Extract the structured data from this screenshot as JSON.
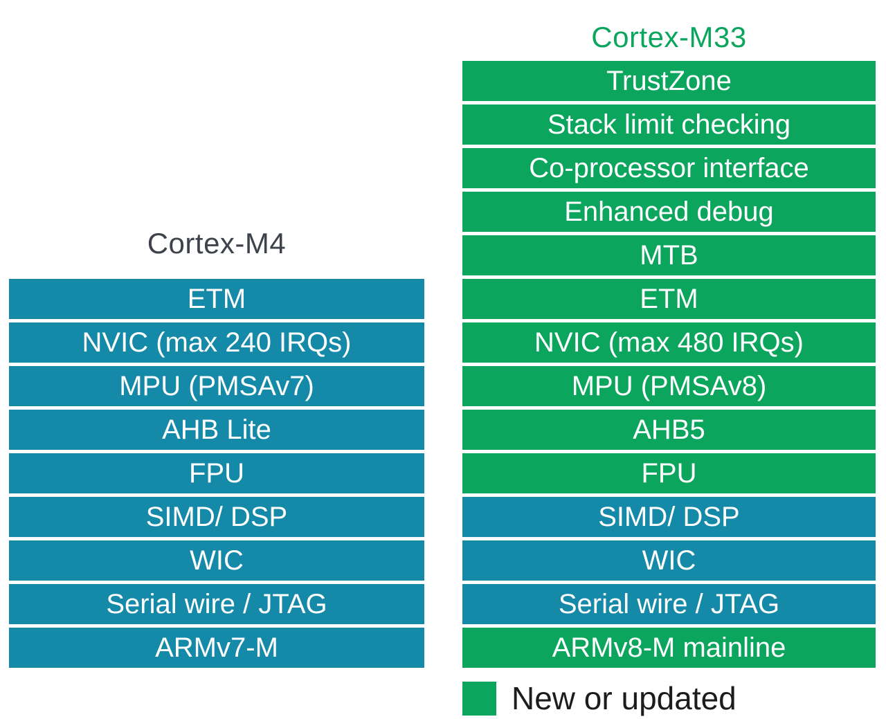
{
  "diagram": {
    "columns": [
      {
        "id": "cortex-m4",
        "title": "Cortex-M4",
        "rows": [
          {
            "label": "ETM",
            "type": "common"
          },
          {
            "label": "NVIC (max 240 IRQs)",
            "type": "common"
          },
          {
            "label": "MPU (PMSAv7)",
            "type": "common"
          },
          {
            "label": "AHB Lite",
            "type": "common"
          },
          {
            "label": "FPU",
            "type": "common"
          },
          {
            "label": "SIMD/ DSP",
            "type": "common"
          },
          {
            "label": "WIC",
            "type": "common"
          },
          {
            "label": "Serial wire / JTAG",
            "type": "common"
          },
          {
            "label": "ARMv7-M",
            "type": "common"
          }
        ]
      },
      {
        "id": "cortex-m33",
        "title": "Cortex-M33",
        "rows": [
          {
            "label": "TrustZone",
            "type": "new"
          },
          {
            "label": "Stack limit checking",
            "type": "new"
          },
          {
            "label": "Co-processor interface",
            "type": "new"
          },
          {
            "label": "Enhanced debug",
            "type": "new"
          },
          {
            "label": "MTB",
            "type": "new"
          },
          {
            "label": "ETM",
            "type": "new"
          },
          {
            "label": "NVIC (max 480 IRQs)",
            "type": "new"
          },
          {
            "label": "MPU (PMSAv8)",
            "type": "new"
          },
          {
            "label": "AHB5",
            "type": "new"
          },
          {
            "label": "FPU",
            "type": "new"
          },
          {
            "label": "SIMD/ DSP",
            "type": "common"
          },
          {
            "label": "WIC",
            "type": "common"
          },
          {
            "label": "Serial wire / JTAG",
            "type": "common"
          },
          {
            "label": "ARMv8-M mainline",
            "type": "new"
          }
        ]
      }
    ],
    "legend": {
      "label": "New or updated"
    }
  },
  "colors": {
    "new_green": "#0ba55e",
    "common_teal": "#1489a8",
    "title_m33": "#0ba55e",
    "title_m4": "#3e434b",
    "legend_text": "#1c1c1e",
    "background": "#ffffff",
    "bar_text": "#ffffff"
  }
}
